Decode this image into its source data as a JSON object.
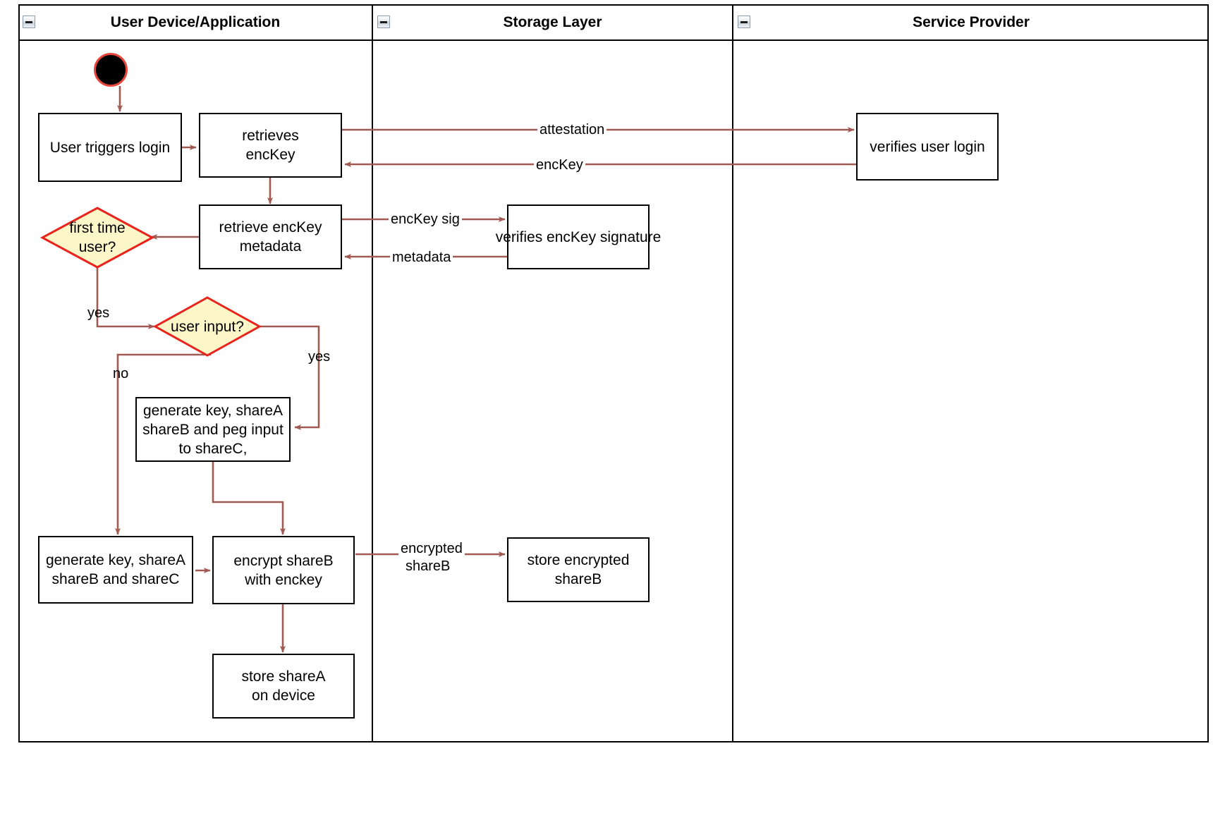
{
  "diagram": {
    "type": "uml-activity-swimlane",
    "title": "",
    "lanes": [
      {
        "id": "user-device",
        "label": "User Device/Application",
        "collapse_icon": "minus-icon"
      },
      {
        "id": "storage-layer",
        "label": "Storage Layer",
        "collapse_icon": "minus-icon"
      },
      {
        "id": "service-provider",
        "label": "Service Provider",
        "collapse_icon": "minus-icon"
      }
    ],
    "colors": {
      "node_border": "#000000",
      "node_fill": "#ffffff",
      "decision_fill": "#fdf6c9",
      "decision_border": "#e8241c",
      "edge": "#a15a52",
      "start_fill": "#000000",
      "start_border": "#e8463c",
      "lane_border": "#000000",
      "text": "#000000"
    },
    "nodes": [
      {
        "id": "start",
        "kind": "start",
        "lane": "user-device",
        "label": ""
      },
      {
        "id": "user-triggers-login",
        "kind": "action",
        "lane": "user-device",
        "label": "User triggers login"
      },
      {
        "id": "retrieves-enckey",
        "kind": "action",
        "lane": "user-device",
        "label": "retrieves\nencKey"
      },
      {
        "id": "retrieve-enckey-metadata",
        "kind": "action",
        "lane": "user-device",
        "label": "retrieve encKey\nmetadata"
      },
      {
        "id": "first-time-user",
        "kind": "decision",
        "lane": "user-device",
        "label": "first time\nuser?"
      },
      {
        "id": "user-input",
        "kind": "decision",
        "lane": "user-device",
        "label": "user input?"
      },
      {
        "id": "generate-peg-input",
        "kind": "action",
        "lane": "user-device",
        "label": "generate key, shareA\nshareB and peg input\nto shareC,"
      },
      {
        "id": "generate-key-shares",
        "kind": "action",
        "lane": "user-device",
        "label": "generate key, shareA\nshareB and shareC"
      },
      {
        "id": "encrypt-shareb",
        "kind": "action",
        "lane": "user-device",
        "label": "encrypt shareB\nwith enckey"
      },
      {
        "id": "store-sharea-device",
        "kind": "action",
        "lane": "user-device",
        "label": "store shareA\non device"
      },
      {
        "id": "verifies-enckey-signature",
        "kind": "action",
        "lane": "storage-layer",
        "label": "verifies encKey signature"
      },
      {
        "id": "store-encrypted-shareb",
        "kind": "action",
        "lane": "storage-layer",
        "label": "store encrypted\nshareB"
      },
      {
        "id": "verifies-user-login",
        "kind": "action",
        "lane": "service-provider",
        "label": "verifies user login"
      }
    ],
    "edges": [
      {
        "from": "start",
        "to": "user-triggers-login",
        "label": ""
      },
      {
        "from": "user-triggers-login",
        "to": "retrieves-enckey",
        "label": ""
      },
      {
        "from": "retrieves-enckey",
        "to": "verifies-user-login",
        "label": "attestation"
      },
      {
        "from": "verifies-user-login",
        "to": "retrieves-enckey",
        "label": "encKey"
      },
      {
        "from": "retrieves-enckey",
        "to": "retrieve-enckey-metadata",
        "label": ""
      },
      {
        "from": "retrieve-enckey-metadata",
        "to": "verifies-enckey-signature",
        "label": "encKey sig"
      },
      {
        "from": "verifies-enckey-signature",
        "to": "retrieve-enckey-metadata",
        "label": "metadata"
      },
      {
        "from": "retrieve-enckey-metadata",
        "to": "first-time-user",
        "label": ""
      },
      {
        "from": "first-time-user",
        "to": "user-input",
        "label": "yes"
      },
      {
        "from": "user-input",
        "to": "generate-peg-input",
        "label": "yes"
      },
      {
        "from": "user-input",
        "to": "generate-key-shares",
        "label": "no"
      },
      {
        "from": "generate-peg-input",
        "to": "encrypt-shareb",
        "label": ""
      },
      {
        "from": "generate-key-shares",
        "to": "encrypt-shareb",
        "label": ""
      },
      {
        "from": "encrypt-shareb",
        "to": "store-encrypted-shareb",
        "label": "encrypted\nshareB"
      },
      {
        "from": "encrypt-shareb",
        "to": "store-sharea-device",
        "label": ""
      }
    ],
    "labels": {
      "attestation": "attestation",
      "enckey": "encKey",
      "enckey_sig": "encKey sig",
      "metadata": "metadata",
      "encrypted_shareb_l1": "encrypted",
      "encrypted_shareb_l2": "shareB",
      "guard_yes_first_time": "yes",
      "guard_yes_user_input": "yes",
      "guard_no_user_input": "no"
    }
  }
}
